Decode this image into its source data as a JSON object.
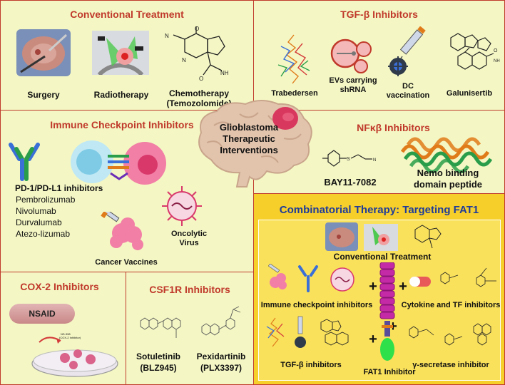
{
  "center": {
    "line1": "Glioblastoma",
    "line2": "Therapeutic",
    "line3": "Interventions"
  },
  "conventional": {
    "title": "Conventional Treatment",
    "surgery": "Surgery",
    "radiotherapy": "Radiotherapy",
    "chemo_line1": "Chemotherapy",
    "chemo_line2": "(Temozolomide)"
  },
  "tgfb": {
    "title": "TGF-β Inhibitors",
    "trabedersen": "Trabedersen",
    "evs_line1": "EVs carrying",
    "evs_line2": "shRNA",
    "dc_line1": "DC",
    "dc_line2": "vaccination",
    "galunisertib": "Galunisertib"
  },
  "immune": {
    "title": "Immune Checkpoint Inhibitors",
    "pd_heading": "PD-1/PD-L1 inhibitors",
    "drugs": [
      "Pembrolizumab",
      "Nivolumab",
      "Durvalumab",
      "Atezo-lizumab"
    ],
    "oncolytic_line1": "Oncolytic",
    "oncolytic_line2": "Virus",
    "cancer_vaccines": "Cancer Vaccines"
  },
  "nfkb": {
    "title": "NFκβ Inhibitors",
    "bay": "BAY11-7082",
    "nemo_line1": "Nemo binding",
    "nemo_line2": "domain peptide"
  },
  "cox2": {
    "title": "COX-2 Inhibitors",
    "nsaid": "NSAID",
    "ns398_line1": "NS-398",
    "ns398_line2": "(COX-2 Inhibitor)"
  },
  "csf1r": {
    "title": "CSF1R Inhibitors",
    "sotuletinib_line1": "Sotuletinib",
    "sotuletinib_line2": "(BLZ945)",
    "pexidartinib_line1": "Pexidartinib",
    "pexidartinib_line2": "(PLX3397)"
  },
  "combo": {
    "title": "Combinatorial Therapy: Targeting FAT1",
    "conventional": "Conventional Treatment",
    "immune": "Immune checkpoint inhibitors",
    "cytokine": "Cytokine and TF inhibitors",
    "tgfb": "TGF-β inhibitors",
    "fat1": "FAT1 Inhibitor",
    "gamma": "γ-secretase inhibitor",
    "plus": "+"
  },
  "colors": {
    "panel_border": "#c0392b",
    "panel_bg": "#f4f7c4",
    "title_red": "#c0392b",
    "combo_bg": "#f7cf2a",
    "combo_title": "#1f3c99",
    "brain": "#e2c4ad"
  }
}
